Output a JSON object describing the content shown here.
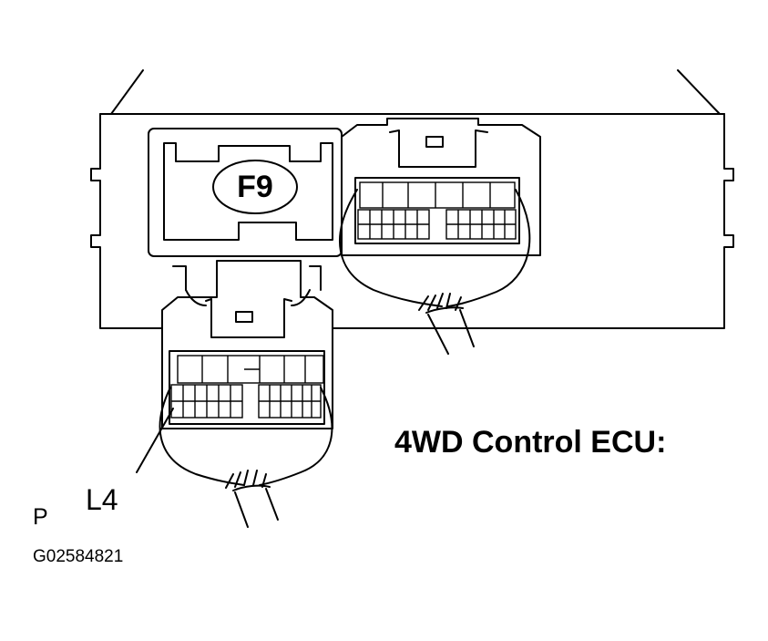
{
  "title": "4WD Control ECU:",
  "connectors": {
    "f9": "F9",
    "l4": "L4"
  },
  "view_marker": "P",
  "figure_code": "G02584821",
  "colors": {
    "line": "#000000",
    "background": "#ffffff"
  }
}
